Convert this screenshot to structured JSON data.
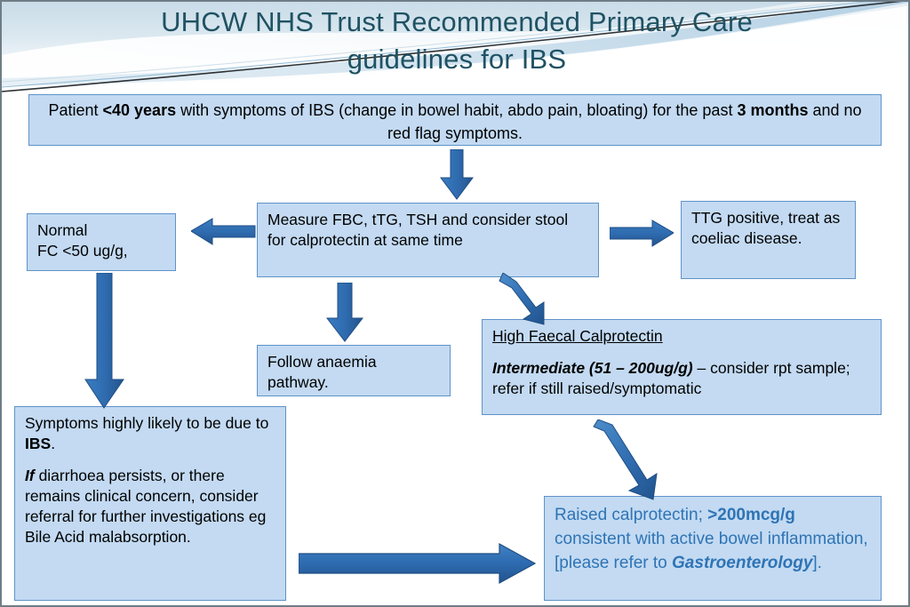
{
  "slide": {
    "title": "UHCW NHS Trust Recommended Primary Care guidelines for IBS",
    "title_line1": "UHCW NHS Trust Recommended Primary Care",
    "title_line2": "guidelines for IBS",
    "title_color": "#1f5263",
    "box_fill": "#c3daf2",
    "box_border": "#5f93c9",
    "arrow_color": "#2e6fb5",
    "blue_text_color": "#2e74b5"
  },
  "nodes": {
    "patient": {
      "name": "patient-criteria-box",
      "segments": [
        {
          "text": "Patient ",
          "style": "normal"
        },
        {
          "text": "<40 years",
          "style": "bold"
        },
        {
          "text": " with symptoms of IBS (change in bowel habit, abdo pain, bloating) for the past ",
          "style": "normal"
        },
        {
          "text": "3 months",
          "style": "bold"
        },
        {
          "text": " and no red flag symptoms.",
          "style": "normal"
        }
      ],
      "plain": "Patient <40 years with symptoms of IBS (change in bowel habit, abdo pain, bloating) for the past 3 months and no red flag symptoms."
    },
    "measure": {
      "name": "measure-tests-box",
      "plain": "Measure FBC, tTG, TSH and consider stool for calprotectin at same time"
    },
    "normal": {
      "name": "normal-fc-box",
      "line1": "Normal",
      "line2": "FC <50 ug/g,",
      "plain": "Normal FC <50 ug/g,"
    },
    "ttg_positive": {
      "name": "ttg-positive-box",
      "plain": "TTG positive, treat as coeliac disease."
    },
    "anaemia": {
      "name": "follow-anaemia-pathway-box",
      "plain": "Follow anaemia pathway."
    },
    "high_faecal_calprotectin": {
      "name": "high-faecal-calprotectin-box",
      "heading": "High Faecal Calprotectin",
      "segments": [
        {
          "text": "Intermediate (51 – 200ug/g)",
          "style": "bold-italic"
        },
        {
          "text": " – consider rpt sample; refer if still raised/symptomatic",
          "style": "normal"
        }
      ],
      "plain": "High Faecal Calprotectin. Intermediate (51 – 200ug/g) – consider rpt sample; refer if still raised/symptomatic"
    },
    "symptoms_ibs": {
      "name": "symptoms-likely-ibs-box",
      "para1_segments": [
        {
          "text": "Symptoms highly likely to be due to ",
          "style": "normal"
        },
        {
          "text": "IBS",
          "style": "bold"
        },
        {
          "text": ".",
          "style": "normal"
        }
      ],
      "para2_segments": [
        {
          "text": "If",
          "style": "bold-italic"
        },
        {
          "text": " diarrhoea persists, or there remains clinical concern, consider referral for further investigations eg Bile Acid malabsorption.",
          "style": "normal"
        }
      ],
      "plain": "Symptoms highly likely to be due to IBS. If diarrhoea persists, or there remains clinical concern, consider referral for further investigations eg Bile Acid malabsorption."
    },
    "raised_calprotectin": {
      "name": "raised-calprotectin-box",
      "segments": [
        {
          "text": "Raised calprotectin; ",
          "style": "normal"
        },
        {
          "text": ">200mcg/g",
          "style": "bold"
        },
        {
          "text": " consistent with active bowel inflammation, [please refer to ",
          "style": "normal"
        },
        {
          "text": "Gastroenterology",
          "style": "bold-italic"
        },
        {
          "text": "].",
          "style": "normal"
        }
      ],
      "plain": "Raised calprotectin; >200mcg/g consistent with active bowel inflammation, [please refer to Gastroenterology]."
    }
  },
  "arrows": [
    {
      "name": "arrow-patient-to-measure",
      "direction": "down"
    },
    {
      "name": "arrow-measure-to-normal",
      "direction": "left"
    },
    {
      "name": "arrow-measure-to-ttg-positive",
      "direction": "right"
    },
    {
      "name": "arrow-measure-to-anaemia",
      "direction": "down"
    },
    {
      "name": "arrow-measure-to-high-calprotectin",
      "direction": "diagonal-down-right"
    },
    {
      "name": "arrow-normal-to-symptoms",
      "direction": "down"
    },
    {
      "name": "arrow-calprotectin-to-raised",
      "direction": "diagonal-down-right"
    },
    {
      "name": "arrow-symptoms-to-raised",
      "direction": "right"
    }
  ]
}
